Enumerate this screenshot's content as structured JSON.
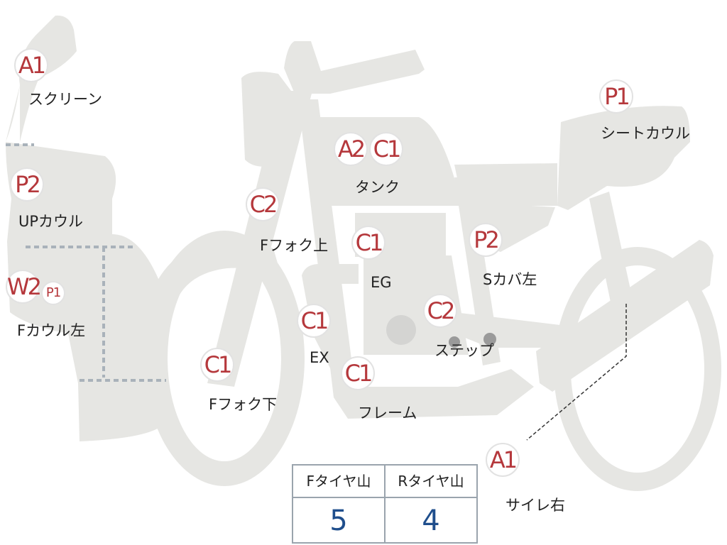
{
  "colors": {
    "part_fill": "#e6e6e3",
    "grade_text": "#b5383c",
    "value_text": "#1f4e8c",
    "seam": "#a9b2ba"
  },
  "parts": [
    {
      "id": "screen",
      "grades": [
        "A1"
      ],
      "label": "スクリーン"
    },
    {
      "id": "upper-cowl",
      "grades": [
        "P2"
      ],
      "label": "UPカウル"
    },
    {
      "id": "front-cowl-left",
      "grades": [
        "W2",
        "P1"
      ],
      "label": "Fカウル左"
    },
    {
      "id": "fork-upper",
      "grades": [
        "C2"
      ],
      "label": "Fフォク上"
    },
    {
      "id": "fork-lower",
      "grades": [
        "C1"
      ],
      "label": "Fフォク下"
    },
    {
      "id": "tank",
      "grades": [
        "A2",
        "C1"
      ],
      "label": "タンク"
    },
    {
      "id": "engine",
      "grades": [
        "C1"
      ],
      "label": "EG"
    },
    {
      "id": "exhaust",
      "grades": [
        "C1"
      ],
      "label": "EX"
    },
    {
      "id": "frame",
      "grades": [
        "C1"
      ],
      "label": "フレーム"
    },
    {
      "id": "step",
      "grades": [
        "C2"
      ],
      "label": "ステップ"
    },
    {
      "id": "side-cover-left",
      "grades": [
        "P2"
      ],
      "label": "Sカバ左"
    },
    {
      "id": "seat-cowl",
      "grades": [
        "P1"
      ],
      "label": "シートカウル"
    },
    {
      "id": "silencer-right",
      "grades": [
        "A1"
      ],
      "label": "サイレ右"
    }
  ],
  "tire_table": {
    "headers": [
      "Fタイヤ山",
      "Rタイヤ山"
    ],
    "values": [
      "5",
      "4"
    ]
  }
}
